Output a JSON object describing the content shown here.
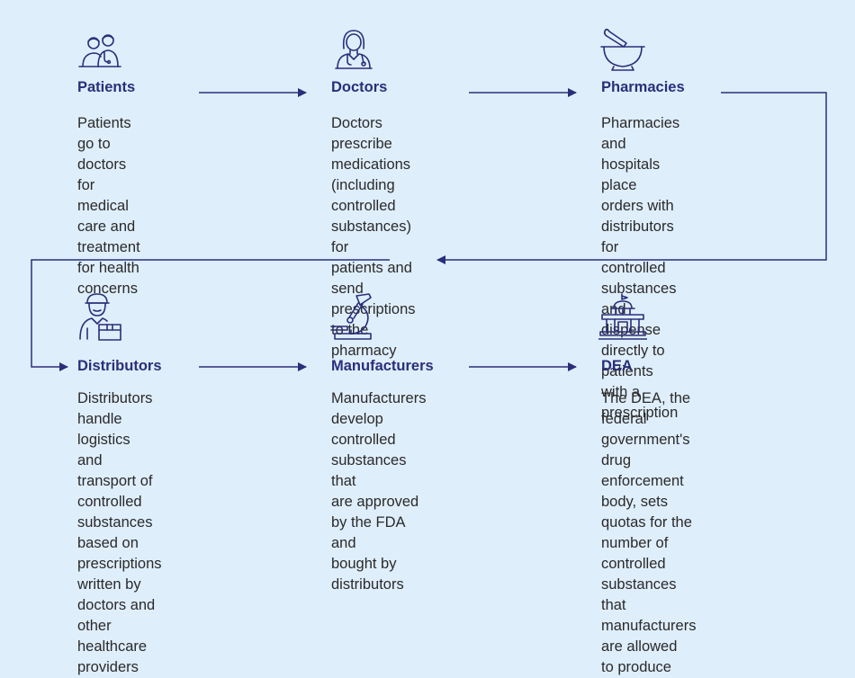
{
  "accent_color": "#2b2e7a",
  "background_color": "#dfeefb",
  "nodes": [
    {
      "icon": "patients-icon",
      "title": "Patients",
      "description": "Patients go to doctors\nfor medical care and\ntreatment for health\nconcerns"
    },
    {
      "icon": "doctor-icon",
      "title": "Doctors",
      "description": "Doctors prescribe\nmedications (including\ncontrolled substances) for\npatients and send\nprescriptions to the pharmacy"
    },
    {
      "icon": "mortar-pestle-icon",
      "title": "Pharmacies",
      "description": "Pharmacies and hospitals\nplace orders with\ndistributors for controlled\nsubstances and\ndispense directly to\npatients with a prescription"
    },
    {
      "icon": "delivery-worker-icon",
      "title": "Distributors",
      "description": "Distributors handle logistics\nand transport of controlled\nsubstances based on\nprescriptions written by\ndoctors and other\nhealthcare providers"
    },
    {
      "icon": "microscope-icon",
      "title": "Manufacturers",
      "description": "Manufacturers develop\ncontrolled substances that\nare approved by the FDA and\nbought by distributors"
    },
    {
      "icon": "government-building-icon",
      "title": "DEA",
      "description": "The DEA, the federal\ngovernment's drug\nenforcement body, sets\nquotas for the number of\ncontrolled substances that\nmanufacturers are allowed\nto produce"
    }
  ]
}
